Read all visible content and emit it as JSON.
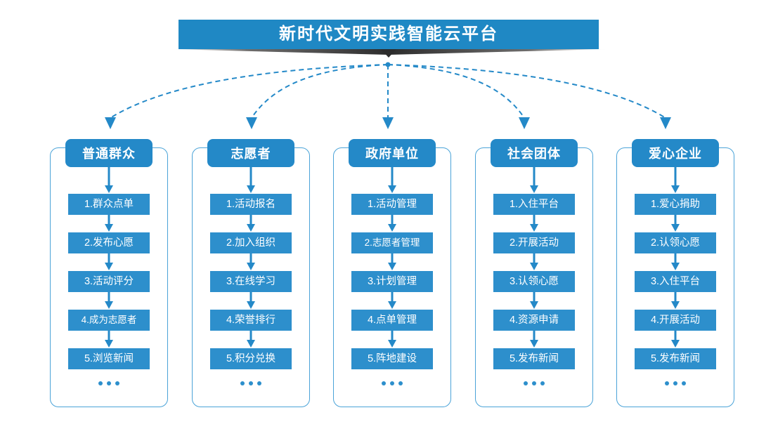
{
  "title": {
    "text": "新时代文明实践智能云平台",
    "bar_color": "#1f88c4",
    "shadow_color": "#333333"
  },
  "theme": {
    "header_blue": "#2489c8",
    "item_blue": "#2d8fcc",
    "frame_border": "#4aa3d8",
    "arrow_blue": "#2489c8",
    "connector_dash": "#2489c8"
  },
  "columns": [
    {
      "header": "普通群众",
      "items": [
        "1.群众点单",
        "2.发布心愿",
        "3.活动评分",
        "4.成为志愿者",
        "5.浏览新闻"
      ],
      "ellipsis": "..."
    },
    {
      "header": "志愿者",
      "items": [
        "1.活动报名",
        "2.加入组织",
        "3.在线学习",
        "4.荣誉排行",
        "5.积分兑换"
      ],
      "ellipsis": "..."
    },
    {
      "header": "政府单位",
      "items": [
        "1.活动管理",
        "2.志愿者管理",
        "3.计划管理",
        "4.点单管理",
        "5.阵地建设"
      ],
      "ellipsis": "..."
    },
    {
      "header": "社会团体",
      "items": [
        "1.入住平台",
        "2.开展活动",
        "3.认领心愿",
        "4.资源申请",
        "5.发布新闻"
      ],
      "ellipsis": "..."
    },
    {
      "header": "爱心企业",
      "items": [
        "1.爱心捐助",
        "2.认领心愿",
        "3.入住平台",
        "4.开展活动",
        "5.发布新闻"
      ],
      "ellipsis": "..."
    }
  ]
}
